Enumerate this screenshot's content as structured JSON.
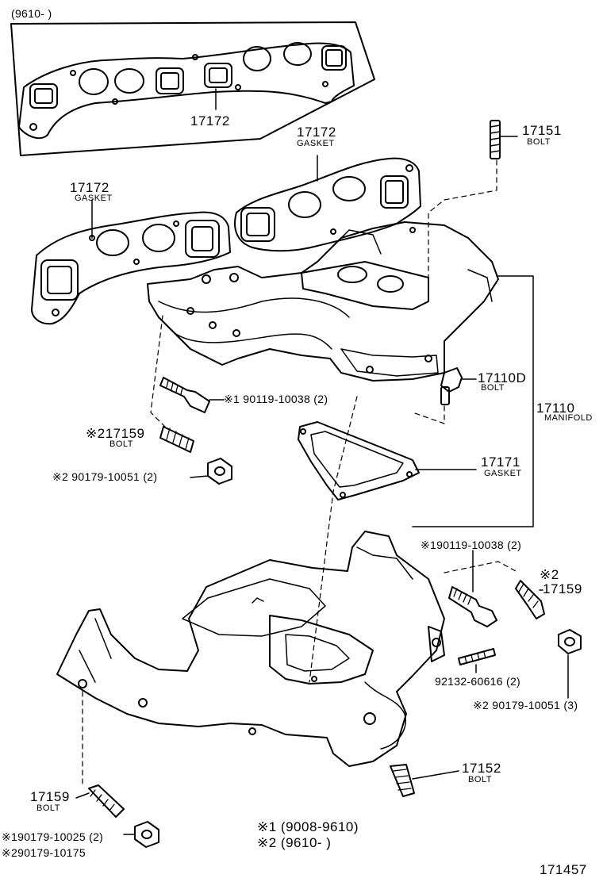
{
  "header_note": "(9610-        )",
  "parts": {
    "gasket_upper": {
      "number": "17172"
    },
    "gasket_mid": {
      "number": "17172",
      "name": "GASKET"
    },
    "gasket_left": {
      "number": "17172",
      "name": "GASKET"
    },
    "bolt_17151": {
      "number": "17151",
      "name": "BOLT"
    },
    "bolt_17110d": {
      "number": "17110D",
      "name": "BOLT"
    },
    "manifold_17110": {
      "number": "17110",
      "name": "MANIFOLD"
    },
    "bolt_19011_upper": {
      "number": "※1 90119-10038 (2)"
    },
    "bolt_17159_upper": {
      "number": "※217159",
      "name": "BOLT"
    },
    "nut_upper": {
      "number": "※2 90179-10051 (2)"
    },
    "gasket_17171": {
      "number": "17171",
      "name": "GASKET"
    },
    "bolt_19011_lower": {
      "number": "※190119-10038 (2)"
    },
    "stud_17159_right": {
      "marker": "※2",
      "number": "17159"
    },
    "stud_92132": {
      "number": "92132-60616 (2)"
    },
    "nut_right": {
      "number": "※2  90179-10051 (3)"
    },
    "bolt_17152": {
      "number": "17152",
      "name": "BOLT"
    },
    "bolt_17159_lower": {
      "number": "17159",
      "name": "BOLT"
    },
    "nut_lower_1": {
      "number": "※190179-10025 (2)"
    },
    "nut_lower_2": {
      "number": "※290179-10175"
    }
  },
  "legend": {
    "note1": "※1 (9008-9610)",
    "note2": "※2 (9610-       )"
  },
  "figure_number": "171457"
}
